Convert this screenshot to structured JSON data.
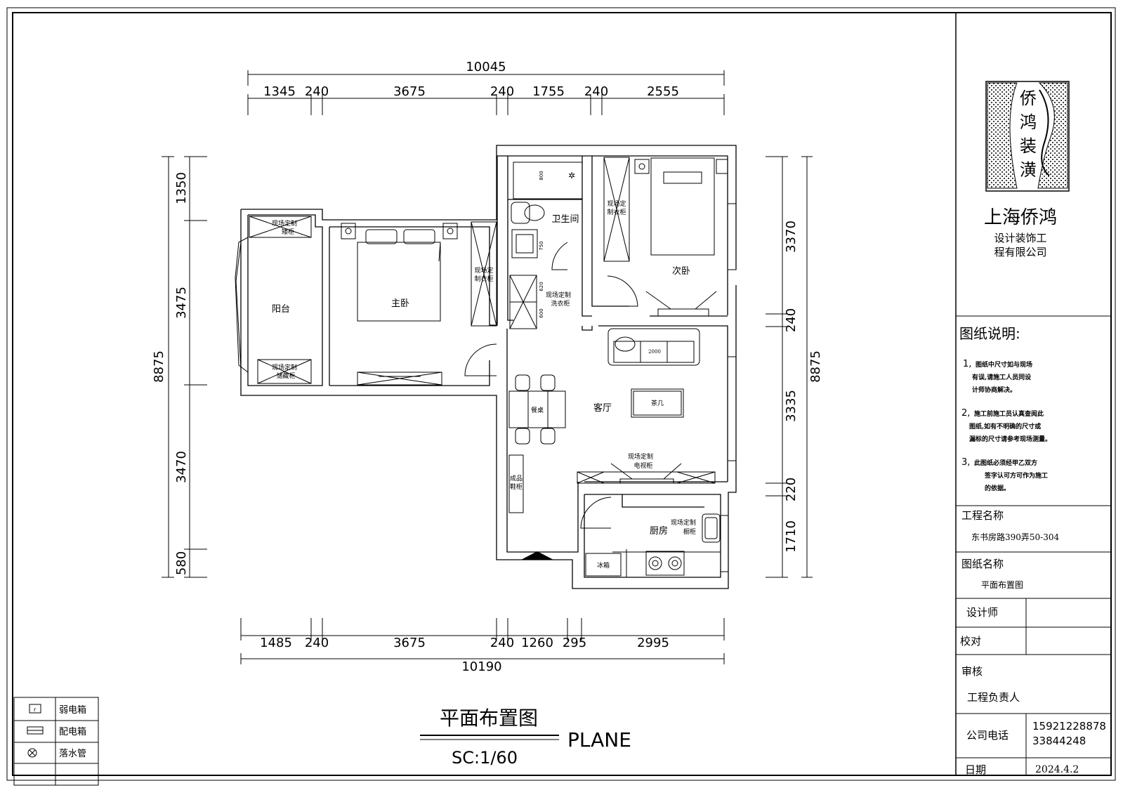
{
  "dims": {
    "top_total": "10045",
    "top_segments": [
      "1345",
      "240",
      "3675",
      "240",
      "1755",
      "240",
      "2555"
    ],
    "bottom_total": "10190",
    "bottom_segments": [
      "1485",
      "240",
      "3675",
      "240",
      "1260",
      "295",
      "2995"
    ],
    "left_total": "8875",
    "left_segments": [
      "1350",
      "3475",
      "3470",
      "580"
    ],
    "right_total": "8875",
    "right_segments": [
      "3370",
      "240",
      "3335",
      "220",
      "1710"
    ]
  },
  "rooms": {
    "balcony": "阳台",
    "master_bedroom": "主卧",
    "bathroom": "卫生间",
    "second_bedroom": "次卧",
    "living_room": "客厅",
    "kitchen": "厨房",
    "dining_table": "餐桌",
    "tea_table": "茶几",
    "fridge": "冰箱",
    "sofa_width": "2000"
  },
  "fixtures": {
    "custom_shoe_cabinet": [
      "现场定制",
      "矮柜"
    ],
    "custom_storage": [
      "现场定制",
      "储藏柜"
    ],
    "master_wardrobe": [
      "现场定",
      "制衣柜"
    ],
    "second_wardrobe": [
      "现场定",
      "制衣柜"
    ],
    "laundry_cabinet": [
      "现场定制",
      "洗衣柜"
    ],
    "tv_cabinet": [
      "现场定制",
      "电视柜"
    ],
    "kitchen_cabinet": [
      "现场定制",
      "橱柜"
    ],
    "finished_cabinet": [
      "成品",
      "鞋柜"
    ],
    "bath_dims": [
      "800",
      "750",
      "620",
      "600"
    ]
  },
  "legend": [
    {
      "icon": "weak-current-box-icon",
      "label": "弱电箱"
    },
    {
      "icon": "distribution-box-icon",
      "label": "配电箱"
    },
    {
      "icon": "drain-pipe-icon",
      "label": "落水管"
    }
  ],
  "title": {
    "main": "平面布置图",
    "english": "PLANE",
    "scale": "SC:1/60"
  },
  "company": {
    "logo_chars": [
      "侨",
      "鸿",
      "装",
      "潢"
    ],
    "name": "上海侨鸿",
    "subtitle": [
      "设计装饰工",
      "程有限公司"
    ]
  },
  "notes": {
    "heading": "图纸说明:",
    "items": [
      {
        "num": "1,",
        "lines": [
          "图纸中尺寸如与现场",
          "有误,请施工人员同设",
          "计师协商解决。"
        ]
      },
      {
        "num": "2,",
        "lines": [
          "施工前施工员认真查阅此",
          "图纸,如有不明确的尺寸或",
          "漏标的尺寸请参考现场测量。"
        ]
      },
      {
        "num": "3,",
        "lines": [
          "此图纸必须经甲乙双方",
          "签字认可方可作为施工",
          "的依据。"
        ]
      }
    ]
  },
  "titleblock": {
    "project_label": "工程名称",
    "project_value": "东书房路390弄50-304",
    "drawing_label": "图纸名称",
    "drawing_value": "平面布置图",
    "designer": "设计师",
    "checker": "校对",
    "reviewer": "审核",
    "manager": "工程负责人",
    "phone_label": "公司电话",
    "phone_values": [
      "15921228878",
      "33844248"
    ],
    "date_label": "日期",
    "date_value": "2024.4.2"
  }
}
